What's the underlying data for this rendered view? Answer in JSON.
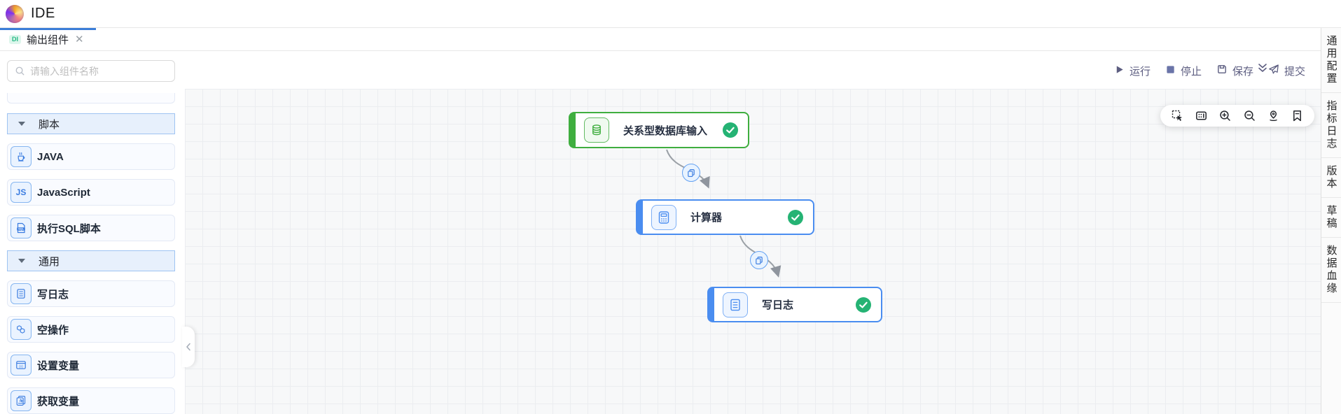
{
  "app": {
    "title": "IDE",
    "logo_icon": "swirl-logo-icon"
  },
  "tab_bar": {
    "active_tab": {
      "badge": "DI",
      "title": "输出组件",
      "close_icon": "close-icon"
    },
    "collapse_icon": "double-chevron-down-icon"
  },
  "run_toolbar": {
    "run": "运行",
    "stop": "停止",
    "save": "保存",
    "submit": "提交",
    "icons": [
      "play-icon",
      "stop-icon",
      "floppy-icon",
      "paper-plane-icon"
    ],
    "color": "#5c5d80"
  },
  "component_panel": {
    "search_placeholder": "请输入组件名称",
    "search_icon": "search-icon",
    "sections": [
      {
        "label": "脚本",
        "items": [
          {
            "label": "JAVA",
            "icon": "java-icon"
          },
          {
            "label": "JavaScript",
            "icon": "js-icon"
          },
          {
            "label": "执行SQL脚本",
            "icon": "sql-file-icon"
          }
        ]
      },
      {
        "label": "通用",
        "items": [
          {
            "label": "写日志",
            "icon": "log-document-icon"
          },
          {
            "label": "空操作",
            "icon": "hexagons-icon"
          },
          {
            "label": "设置变量",
            "icon": "set-variable-icon"
          },
          {
            "label": "获取变量",
            "icon": "get-variable-icon"
          }
        ]
      }
    ]
  },
  "canvas": {
    "nodes": [
      {
        "label": "关系型数据库输入",
        "icon": "database-icon",
        "accent": "#3fae3f",
        "status": "success"
      },
      {
        "label": "计算器",
        "icon": "calculator-icon",
        "accent": "#4a8df0",
        "status": "success"
      },
      {
        "label": "写日志",
        "icon": "log-document-icon",
        "accent": "#4a8df0",
        "status": "success"
      }
    ],
    "edges": [
      {
        "from": 0,
        "to": 1,
        "badge_icon": "copy-icon"
      },
      {
        "from": 1,
        "to": 2,
        "badge_icon": "copy-icon"
      }
    ],
    "zoom_toolbar_icons": [
      "marquee-select-icon",
      "minimap-icon",
      "zoom-in-icon",
      "zoom-out-icon",
      "locate-pin-icon",
      "bookmark-icon"
    ]
  },
  "right_panel": {
    "items": [
      "通用配置",
      "指标日志",
      "版本",
      "草稿",
      "数据血缘"
    ]
  },
  "colors": {
    "accent_blue": "#4a8df0",
    "accent_green": "#3fae3f",
    "check_green": "#25b374",
    "tab_indicator": "#3b7dd8",
    "badge_teal": "#23b883",
    "toolbar_text": "#5c5d80"
  }
}
